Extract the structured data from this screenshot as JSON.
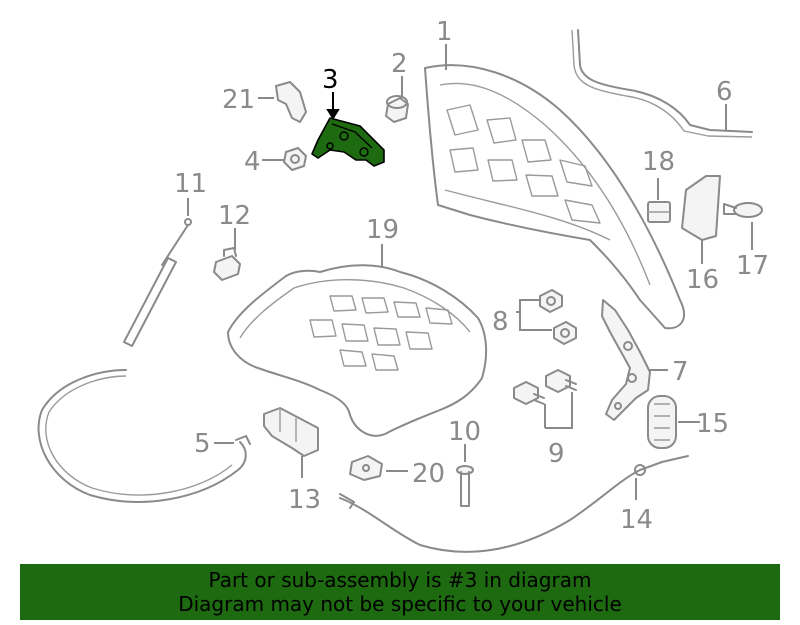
{
  "colors": {
    "highlight": "#1d6a10",
    "banner_bg": "#1d6a10",
    "line": "#8a8a8a",
    "text_normal": "#8a8a8a",
    "text_highlight": "#000000"
  },
  "callouts": {
    "c1": "1",
    "c2": "2",
    "c3": "3",
    "c4": "4",
    "c5": "5",
    "c6": "6",
    "c7": "7",
    "c8": "8",
    "c9": "9",
    "c10": "10",
    "c11": "11",
    "c12": "12",
    "c13": "13",
    "c14": "14",
    "c15": "15",
    "c16": "16",
    "c17": "17",
    "c18": "18",
    "c19": "19",
    "c20": "20",
    "c21": "21"
  },
  "highlighted_part": "3",
  "banner": {
    "line1": "Part or sub-assembly is #3 in diagram",
    "line2": "Diagram may not be specific to your vehicle"
  }
}
